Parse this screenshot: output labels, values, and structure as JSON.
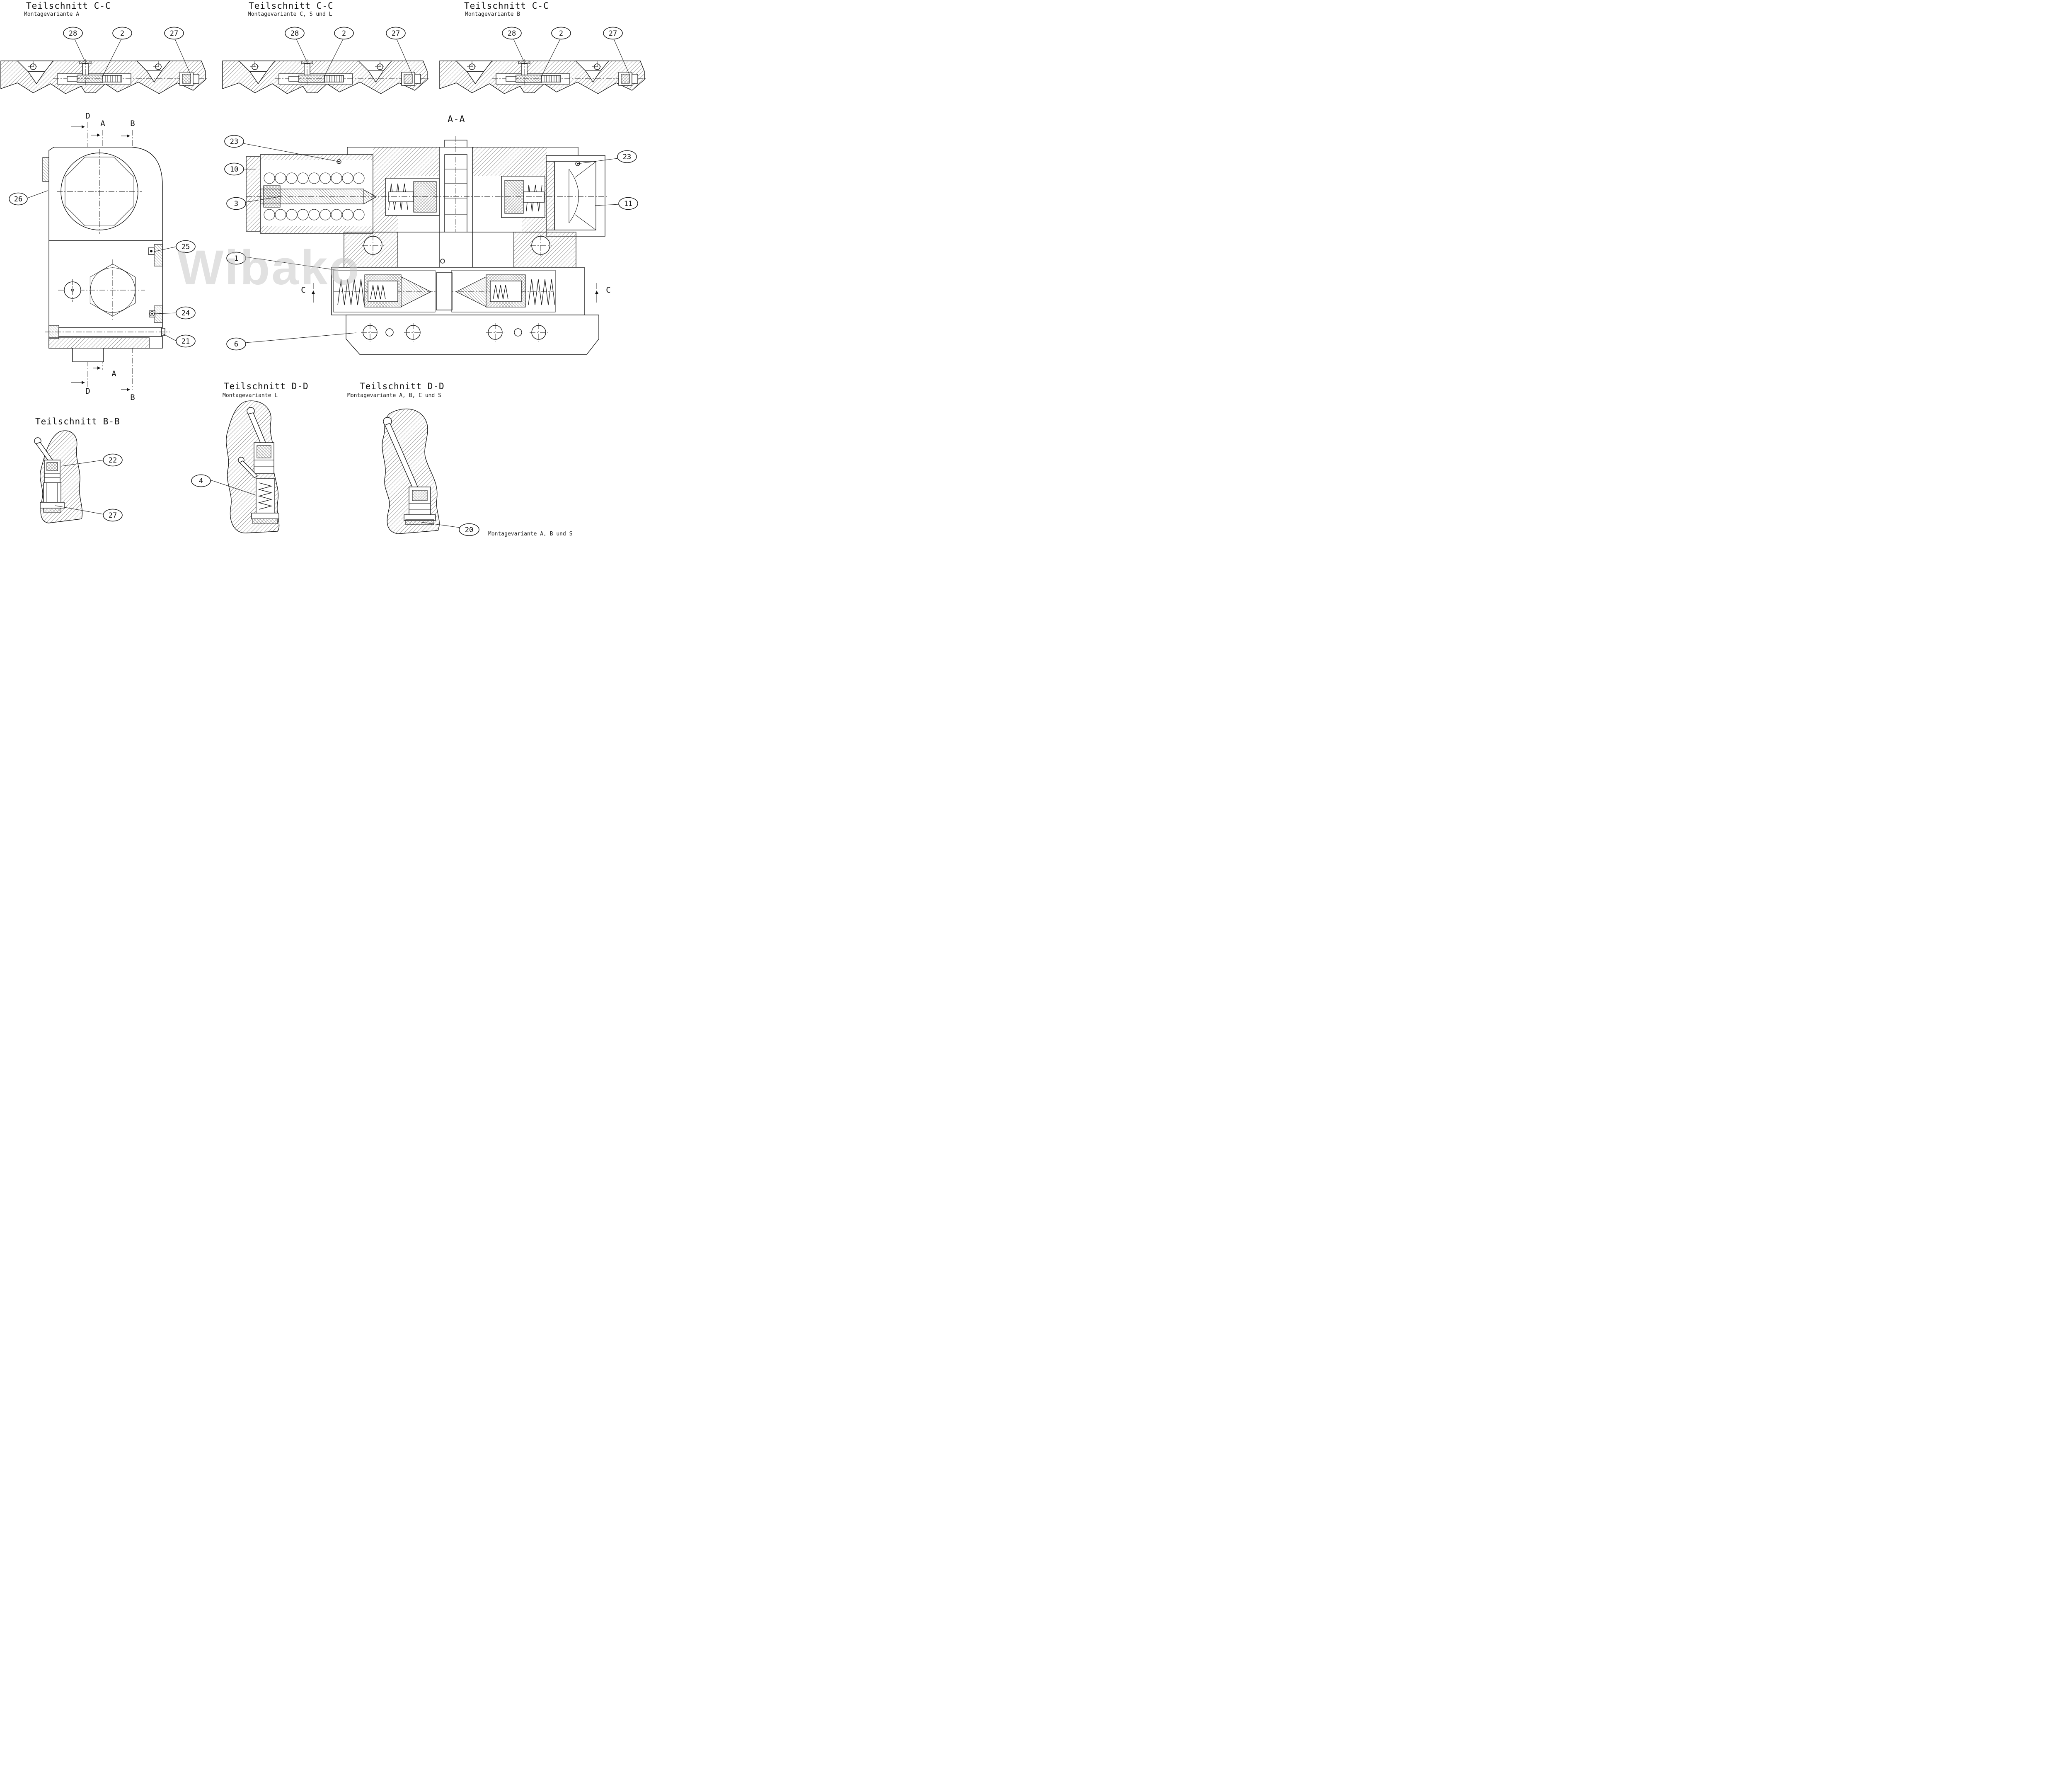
{
  "watermark": "Wibako",
  "views": {
    "cc_a": {
      "title": "Teilschnitt C-C",
      "subtitle": "Montagevariante A",
      "callouts": [
        "28",
        "2",
        "27"
      ]
    },
    "cc_csl": {
      "title": "Teilschnitt C-C",
      "subtitle": "Montagevariante C, S und L",
      "callouts": [
        "28",
        "2",
        "27"
      ]
    },
    "cc_b": {
      "title": "Teilschnitt C-C",
      "subtitle": "Montagevariante B",
      "callouts": [
        "28",
        "2",
        "27"
      ]
    },
    "side": {
      "callouts": {
        "c26": "26",
        "c25": "25",
        "c24": "24",
        "c21": "21"
      },
      "markers": {
        "d": "D",
        "a": "A",
        "b": "B"
      }
    },
    "aa": {
      "title": "A-A",
      "marker": "C",
      "callouts": {
        "c23l": "23",
        "c10": "10",
        "c3": "3",
        "c1": "1",
        "c6": "6",
        "c23r": "23",
        "c11": "11"
      }
    },
    "dd_l": {
      "title": "Teilschnitt D-D",
      "subtitle": "Montagevariante L",
      "callouts": {
        "c4": "4"
      }
    },
    "dd_abcs": {
      "title": "Teilschnitt D-D",
      "subtitle": "Montagevariante A, B, C und S",
      "callouts": {
        "c20": "20"
      },
      "note": "Montagevariante A, B und S"
    },
    "bb": {
      "title": "Teilschnitt B-B",
      "callouts": {
        "c22": "22",
        "c27": "27"
      }
    }
  }
}
